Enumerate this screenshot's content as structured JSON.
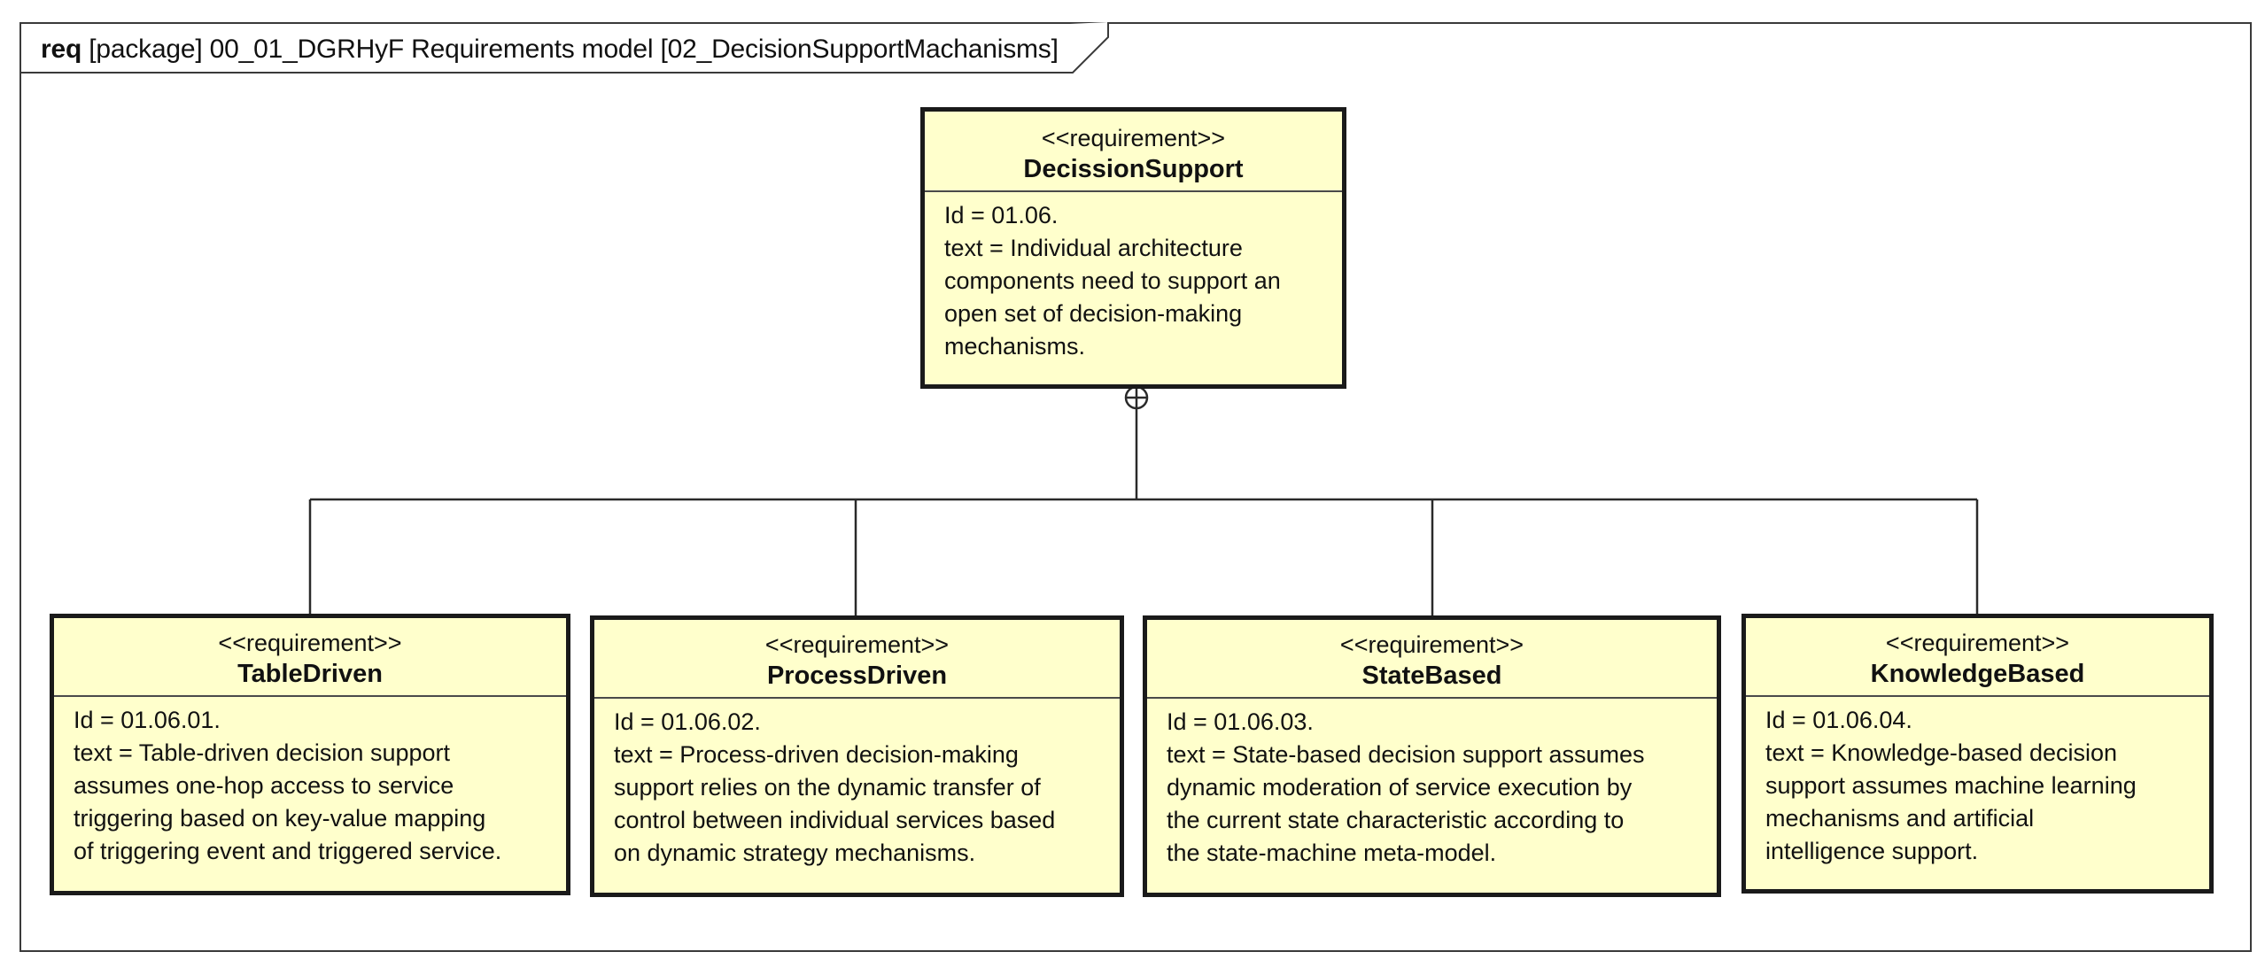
{
  "frame": {
    "kind": "req",
    "label": "[package] 00_01_DGRHyF Requirements model [02_DecisionSupportMachanisms]"
  },
  "requirements": [
    {
      "stereotype": "<<requirement>>",
      "name": "DecissionSupport",
      "id": "Id = 01.06.",
      "text_lines": [
        "text = Individual architecture",
        "components need to support an",
        "open set of decision-making",
        "mechanisms."
      ]
    },
    {
      "stereotype": "<<requirement>>",
      "name": "TableDriven",
      "id": "Id = 01.06.01.",
      "text_lines": [
        "text = Table-driven decision support",
        "assumes one-hop access to service",
        "triggering based on key-value mapping",
        "of triggering event and triggered service."
      ]
    },
    {
      "stereotype": "<<requirement>>",
      "name": "ProcessDriven",
      "id": "Id = 01.06.02.",
      "text_lines": [
        "text = Process-driven decision-making",
        "support relies on the dynamic transfer of",
        "control between individual services based",
        "on dynamic strategy mechanisms."
      ]
    },
    {
      "stereotype": "<<requirement>>",
      "name": "StateBased",
      "id": "Id = 01.06.03.",
      "text_lines": [
        "text = State-based decision support assumes",
        "dynamic moderation of service execution by",
        "the current state characteristic according to",
        "the state-machine meta-model."
      ]
    },
    {
      "stereotype": "<<requirement>>",
      "name": "KnowledgeBased",
      "id": "Id = 01.06.04.",
      "text_lines": [
        "text = Knowledge-based decision",
        "support assumes machine learning",
        "mechanisms and artificial",
        "intelligence support."
      ]
    }
  ],
  "containment": {
    "parent": "DecissionSupport",
    "children": [
      "TableDriven",
      "ProcessDriven",
      "StateBased",
      "KnowledgeBased"
    ]
  }
}
